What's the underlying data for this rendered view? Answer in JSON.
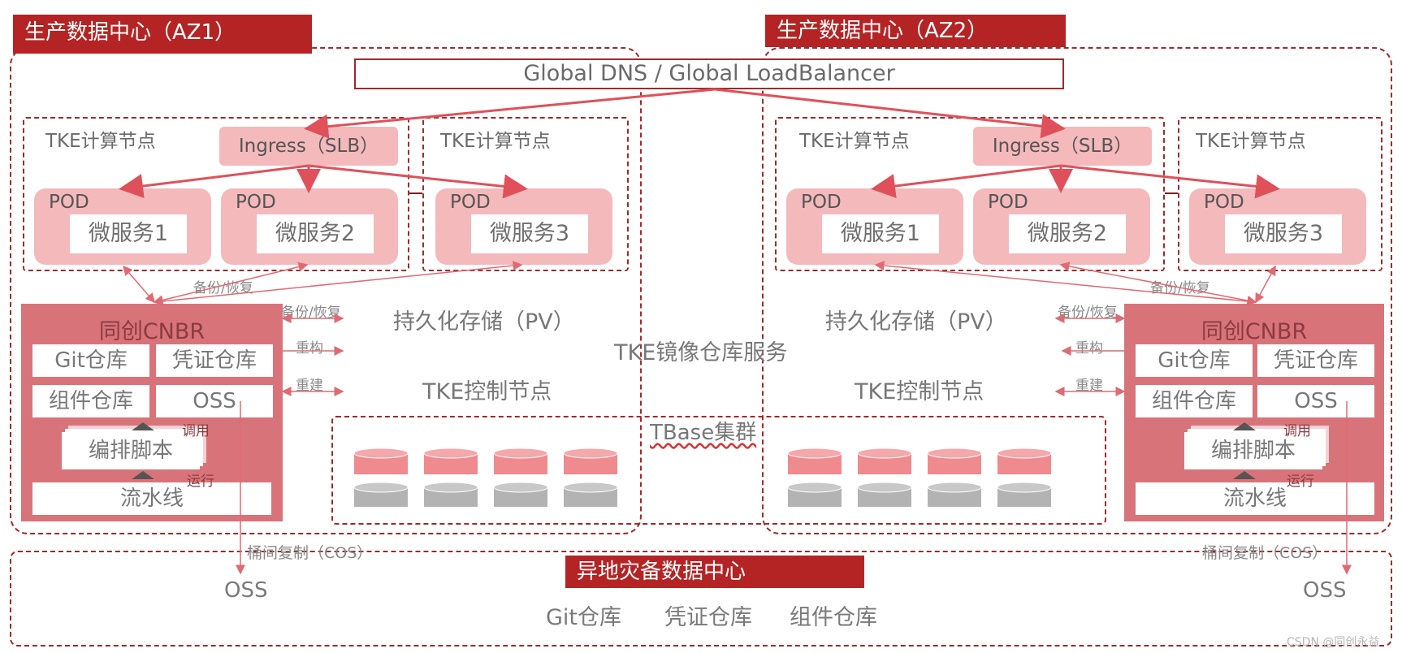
{
  "az1": {
    "title": "生产数据中心（AZ1）",
    "node_left": "TKE计算节点",
    "node_right": "TKE计算节点",
    "ingress": "Ingress（SLB）",
    "pods": [
      {
        "pod": "POD",
        "service": "微服务1"
      },
      {
        "pod": "POD",
        "service": "微服务2"
      },
      {
        "pod": "POD",
        "service": "微服务3"
      }
    ],
    "cnbr": {
      "title": "同创CNBR",
      "git": "Git仓库",
      "credential": "凭证仓库",
      "component": "组件仓库",
      "oss": "OSS",
      "script": "编排脚本",
      "pipeline": "流水线",
      "call": "调用",
      "run": "运行"
    },
    "backup_restore_top": "备份/恢复",
    "backup_restore_side": "备份/恢复",
    "refactor": "重构",
    "rebuild": "重建",
    "persistent": "持久化存储（PV）",
    "control": "TKE控制节点",
    "bucket_copy": "桶间复制（COS）",
    "oss_target": "OSS"
  },
  "az2": {
    "title": "生产数据中心（AZ2）",
    "node_left": "TKE计算节点",
    "node_right": "TKE计算节点",
    "ingress": "Ingress（SLB）",
    "pods": [
      {
        "pod": "POD",
        "service": "微服务1"
      },
      {
        "pod": "POD",
        "service": "微服务2"
      },
      {
        "pod": "POD",
        "service": "微服务3"
      }
    ],
    "cnbr": {
      "title": "同创CNBR",
      "git": "Git仓库",
      "credential": "凭证仓库",
      "component": "组件仓库",
      "oss": "OSS",
      "script": "编排脚本",
      "pipeline": "流水线",
      "call": "调用",
      "run": "运行"
    },
    "backup_restore_top": "备份/恢复",
    "backup_restore_side": "备份/恢复",
    "refactor": "重构",
    "rebuild": "重建",
    "persistent": "持久化存储（PV）",
    "control": "TKE控制节点",
    "bucket_copy": "桶间复制（COS）",
    "oss_target": "OSS"
  },
  "global_dns": "Global DNS / Global LoadBalancer",
  "image_registry": "TKE镜像仓库服务",
  "tbase": "TBase集群",
  "dr": {
    "title": "异地灾备数据中心",
    "git": "Git仓库",
    "credential": "凭证仓库",
    "component": "组件仓库"
  },
  "watermark": "CSDN @同创永益",
  "colors": {
    "title_red": "#b42424",
    "dash_red": "#a02a2a",
    "pink": "#f4b9bb",
    "cnbr": "#d9737a",
    "arrow": "#e0505a",
    "db_red": "#ef8a8e",
    "db_gray": "#b3b3b3"
  }
}
